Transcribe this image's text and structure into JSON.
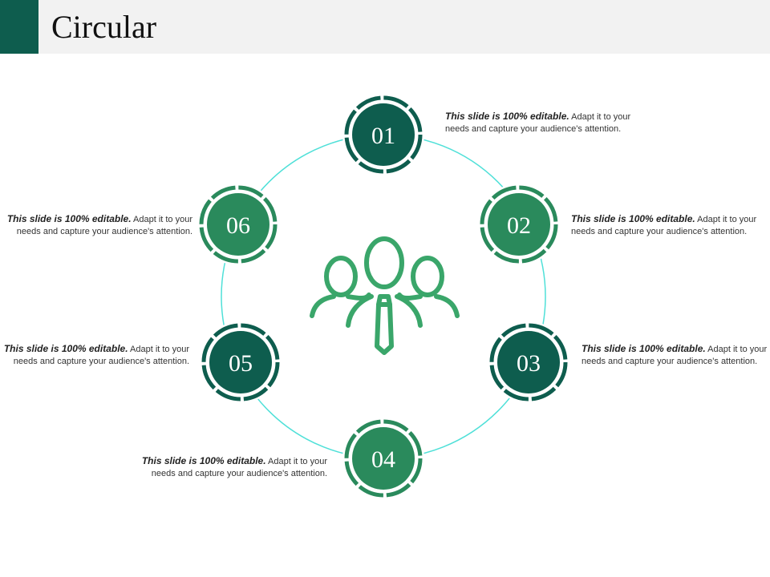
{
  "title": "Circular",
  "colors": {
    "dark": "#0e5d4e",
    "medium": "#2a8a5c",
    "ring_line": "#4fe0d8",
    "icon": "#3aa66a",
    "header_bg": "#f2f2f2"
  },
  "nodes": [
    {
      "number": "01",
      "shade": "dark",
      "desc_bold": "This slide is 100% editable.",
      "desc_text": " Adapt it to your needs and capture your audience's attention."
    },
    {
      "number": "02",
      "shade": "medium",
      "desc_bold": "This slide is 100% editable.",
      "desc_text": " Adapt it to your needs and capture your audience's attention."
    },
    {
      "number": "03",
      "shade": "dark",
      "desc_bold": "This slide is 100% editable.",
      "desc_text": " Adapt it to your needs and capture your audience's attention."
    },
    {
      "number": "04",
      "shade": "medium",
      "desc_bold": "This slide is 100% editable.",
      "desc_text": " Adapt it to your needs and capture your audience's attention."
    },
    {
      "number": "05",
      "shade": "dark",
      "desc_bold": "This slide is 100% editable.",
      "desc_text": " Adapt it to your needs and capture your audience's attention."
    },
    {
      "number": "06",
      "shade": "medium",
      "desc_bold": "This slide is 100% editable.",
      "desc_text": " Adapt it to your needs and capture your audience's attention."
    }
  ],
  "center_icon": "team-people-icon"
}
